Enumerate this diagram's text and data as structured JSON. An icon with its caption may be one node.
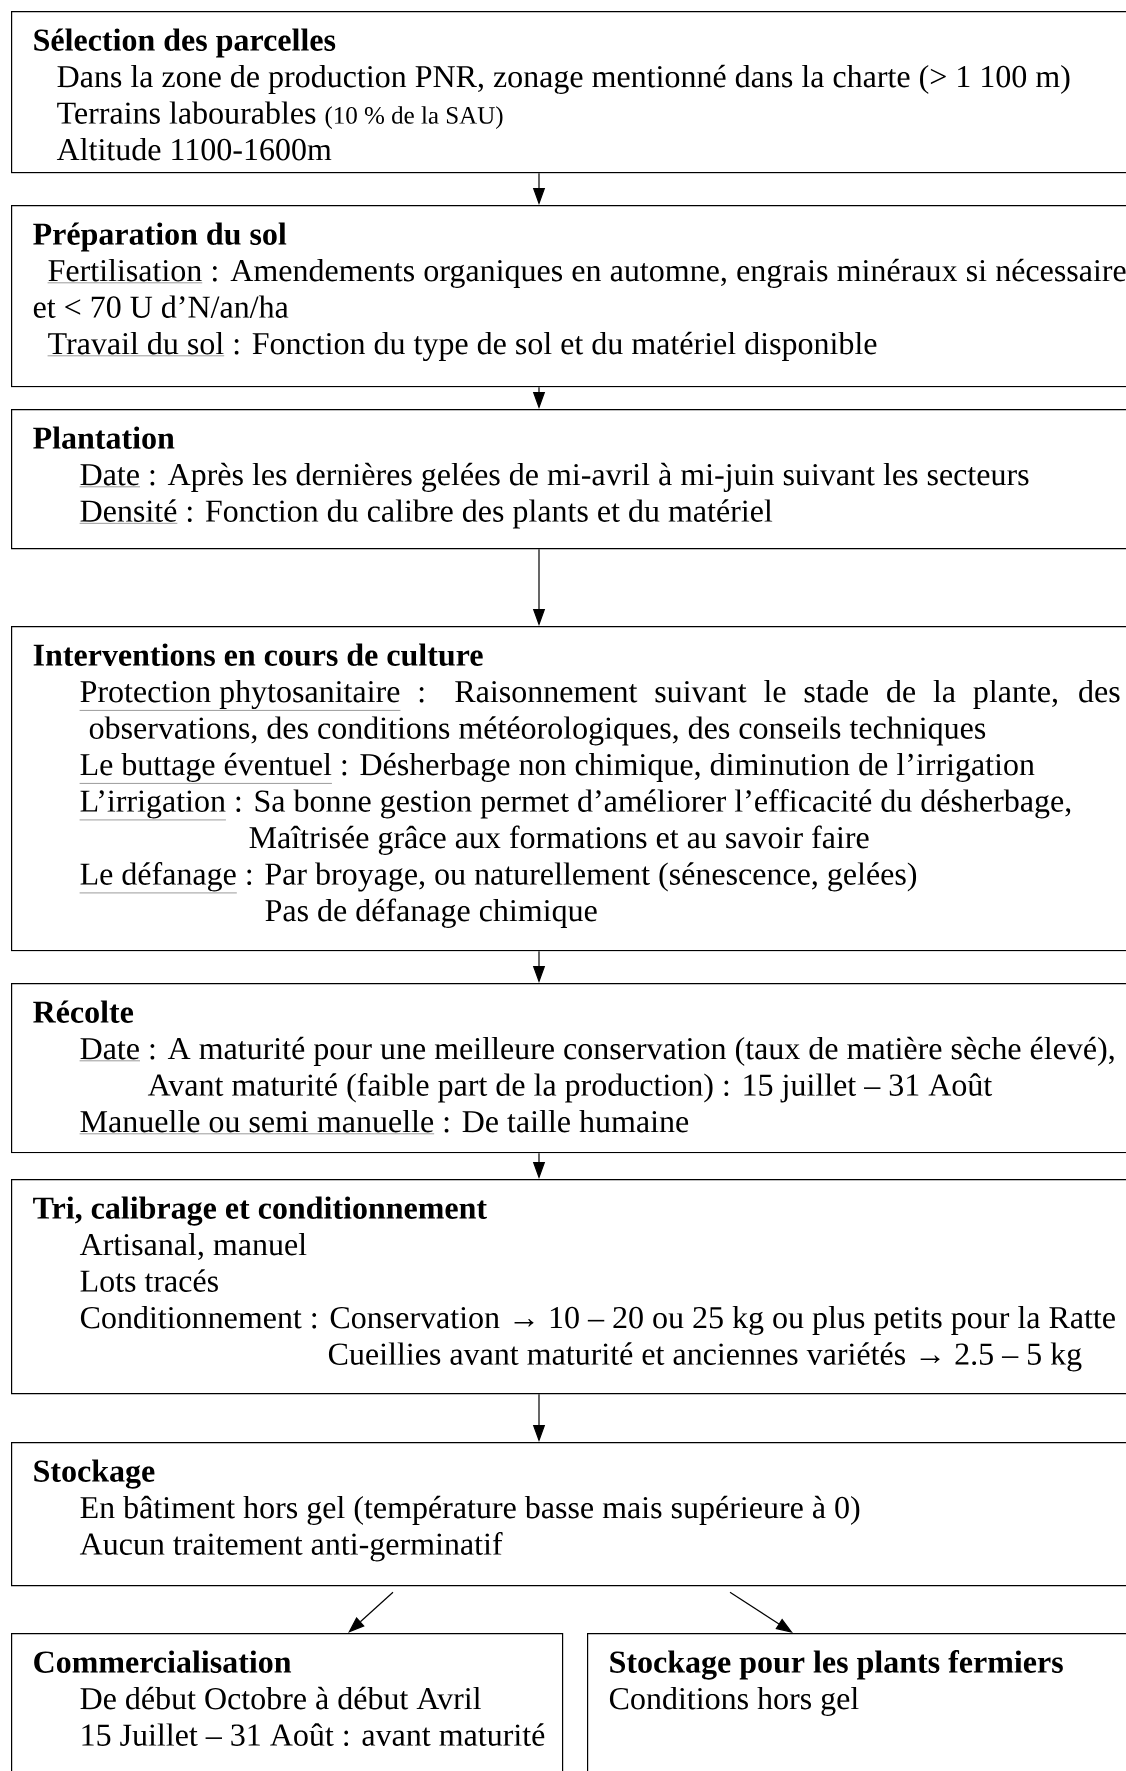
{
  "diagram": {
    "nodes": [
      {
        "text": [
          "Sélection des parcelles",
          "Dans la zone de production PNR, zonage mentionné dans la charte (> 1 100 m)",
          "Terrains labourables",
          "(10 % de la SAU)",
          "Altitude 1100-1600m"
        ]
      },
      {
        "text": [
          "Préparation du sol",
          "Fertilisation",
          ": Amendements organiques en automne, engrais minéraux si nécessaire et < 70 U d’N/an/ha",
          "Travail du sol",
          ": Fonction du type de sol et du matériel disponible"
        ]
      },
      {
        "text": [
          "Plantation",
          "Date",
          ": Après les dernières gelées de mi-avril à mi-juin suivant les secteurs",
          "Densité",
          ": Fonction du calibre des plants et du matériel"
        ]
      },
      {
        "text": [
          "Interventions en cours de culture",
          "Protection phytosanitaire",
          ": Raisonnement suivant le stade de la plante, des observations, des conditions météorologiques, des conseils techniques",
          "Le buttage éventuel",
          ": Désherbage non chimique, diminution de l’irrigation",
          "L’irrigation",
          ": Sa bonne gestion permet d’améliorer l’efficacité du désherbage,",
          "Maîtrisée grâce aux formations et au savoir faire",
          "Le défanage",
          ": Par broyage, ou naturellement (sénescence, gelées)",
          "Pas de défanage chimique"
        ]
      },
      {
        "text": [
          "Récolte",
          "Date",
          ": A maturité pour une meilleure conservation (taux de matière sèche élevé),",
          "Avant maturité (faible part de la production) : 15 juillet – 31 Août",
          "Manuelle ou semi manuelle",
          ": De taille humaine"
        ]
      },
      {
        "text": [
          "Tri, calibrage et conditionnement",
          "Artisanal, manuel",
          "Lots tracés",
          "Conditionnement : Conservation → 10 – 20 ou 25 kg ou plus petits pour la Ratte",
          "Cueillies avant maturité et anciennes variétés → 2.5 – 5 kg"
        ]
      },
      {
        "text": [
          "Stockage",
          "En bâtiment hors gel (température basse mais supérieure à 0)",
          "Aucun traitement anti-germinatif"
        ]
      },
      {
        "text": [
          "Commercialisation",
          "De début Octobre à début Avril",
          "15 Juillet – 31 Août : avant maturité"
        ]
      },
      {
        "text": [
          "Stockage pour les plants fermiers",
          "Conditions hors gel"
        ]
      }
    ],
    "edges": [
      {
        "from": 0,
        "to": 1,
        "arrow": "to"
      },
      {
        "from": 1,
        "to": 2,
        "arrow": "to"
      },
      {
        "from": 2,
        "to": 3,
        "arrow": "to"
      },
      {
        "from": 3,
        "to": 4,
        "arrow": "to"
      },
      {
        "from": 4,
        "to": 5,
        "arrow": "to"
      },
      {
        "from": 5,
        "to": 6,
        "arrow": "to"
      },
      {
        "from": 6,
        "to": 7,
        "arrow": "to"
      },
      {
        "from": 6,
        "to": 8,
        "arrow": "to"
      }
    ]
  }
}
